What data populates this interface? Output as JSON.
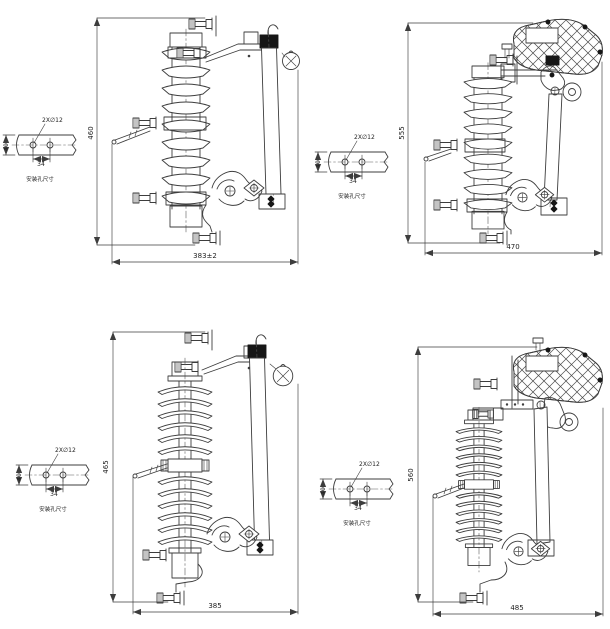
{
  "figures": [
    {
      "id": "top-left",
      "variant": "porcelain-insulator",
      "arc_chute": false,
      "dims": {
        "height": "460",
        "width": "383±2"
      },
      "mount": {
        "holes": "2X∅12",
        "hole_height": "40",
        "hole_spacing": "34",
        "caption": "安装孔尺寸"
      }
    },
    {
      "id": "top-right",
      "variant": "porcelain-insulator",
      "arc_chute": true,
      "dims": {
        "height": "555",
        "width": "470"
      },
      "mount": {
        "holes": "2X∅12",
        "hole_height": "40",
        "hole_spacing": "34",
        "caption": "安装孔尺寸"
      }
    },
    {
      "id": "bottom-left",
      "variant": "polymer-insulator",
      "arc_chute": false,
      "dims": {
        "height": "465",
        "width": "385"
      },
      "mount": {
        "holes": "2X∅12",
        "hole_height": "40",
        "hole_spacing": "34",
        "caption": "安装孔尺寸"
      }
    },
    {
      "id": "bottom-right",
      "variant": "polymer-insulator",
      "arc_chute": true,
      "dims": {
        "height": "560",
        "width": "485"
      },
      "mount": {
        "holes": "2X∅12",
        "hole_height": "40",
        "hole_spacing": "34",
        "caption": "安装孔尺寸"
      }
    }
  ],
  "colors": {
    "line": "#3d3d3d",
    "dark_fill": "#161616",
    "background": "#ffffff"
  }
}
